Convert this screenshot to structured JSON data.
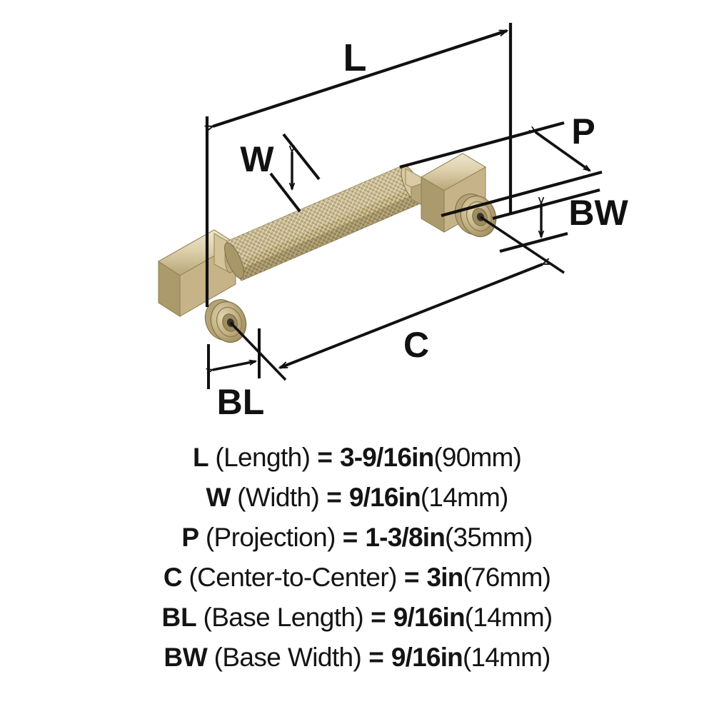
{
  "diagram": {
    "product": "knurled-bar-cabinet-pull",
    "finish_color": "#cbbb8e",
    "finish_highlight": "#e6ddc0",
    "finish_shadow": "#a3915f",
    "line_color": "#111111",
    "background": "#ffffff",
    "callouts": [
      {
        "id": "L",
        "label": "L",
        "meaning": "Length"
      },
      {
        "id": "W",
        "label": "W",
        "meaning": "Width"
      },
      {
        "id": "P",
        "label": "P",
        "meaning": "Projection"
      },
      {
        "id": "BW",
        "label": "BW",
        "meaning": "Base Width"
      },
      {
        "id": "C",
        "label": "C",
        "meaning": "Center-to-Center"
      },
      {
        "id": "BL",
        "label": "BL",
        "meaning": "Base Length"
      }
    ]
  },
  "specs": [
    {
      "abbr": "L",
      "name": "(Length)",
      "equals": "=",
      "value": "3-9/16in",
      "metric": "(90mm)"
    },
    {
      "abbr": "W",
      "name": "(Width)",
      "equals": "=",
      "value": "9/16in",
      "metric": "(14mm)"
    },
    {
      "abbr": "P",
      "name": "(Projection)",
      "equals": "=",
      "value": "1-3/8in",
      "metric": "(35mm)"
    },
    {
      "abbr": "C",
      "name": "(Center-to-Center)",
      "equals": "=",
      "value": "3in",
      "metric": "(76mm)"
    },
    {
      "abbr": "BL",
      "name": "(Base Length)",
      "equals": "=",
      "value": "9/16in",
      "metric": "(14mm)"
    },
    {
      "abbr": "BW",
      "name": "(Base Width)",
      "equals": "=",
      "value": "9/16in",
      "metric": "(14mm)"
    }
  ]
}
